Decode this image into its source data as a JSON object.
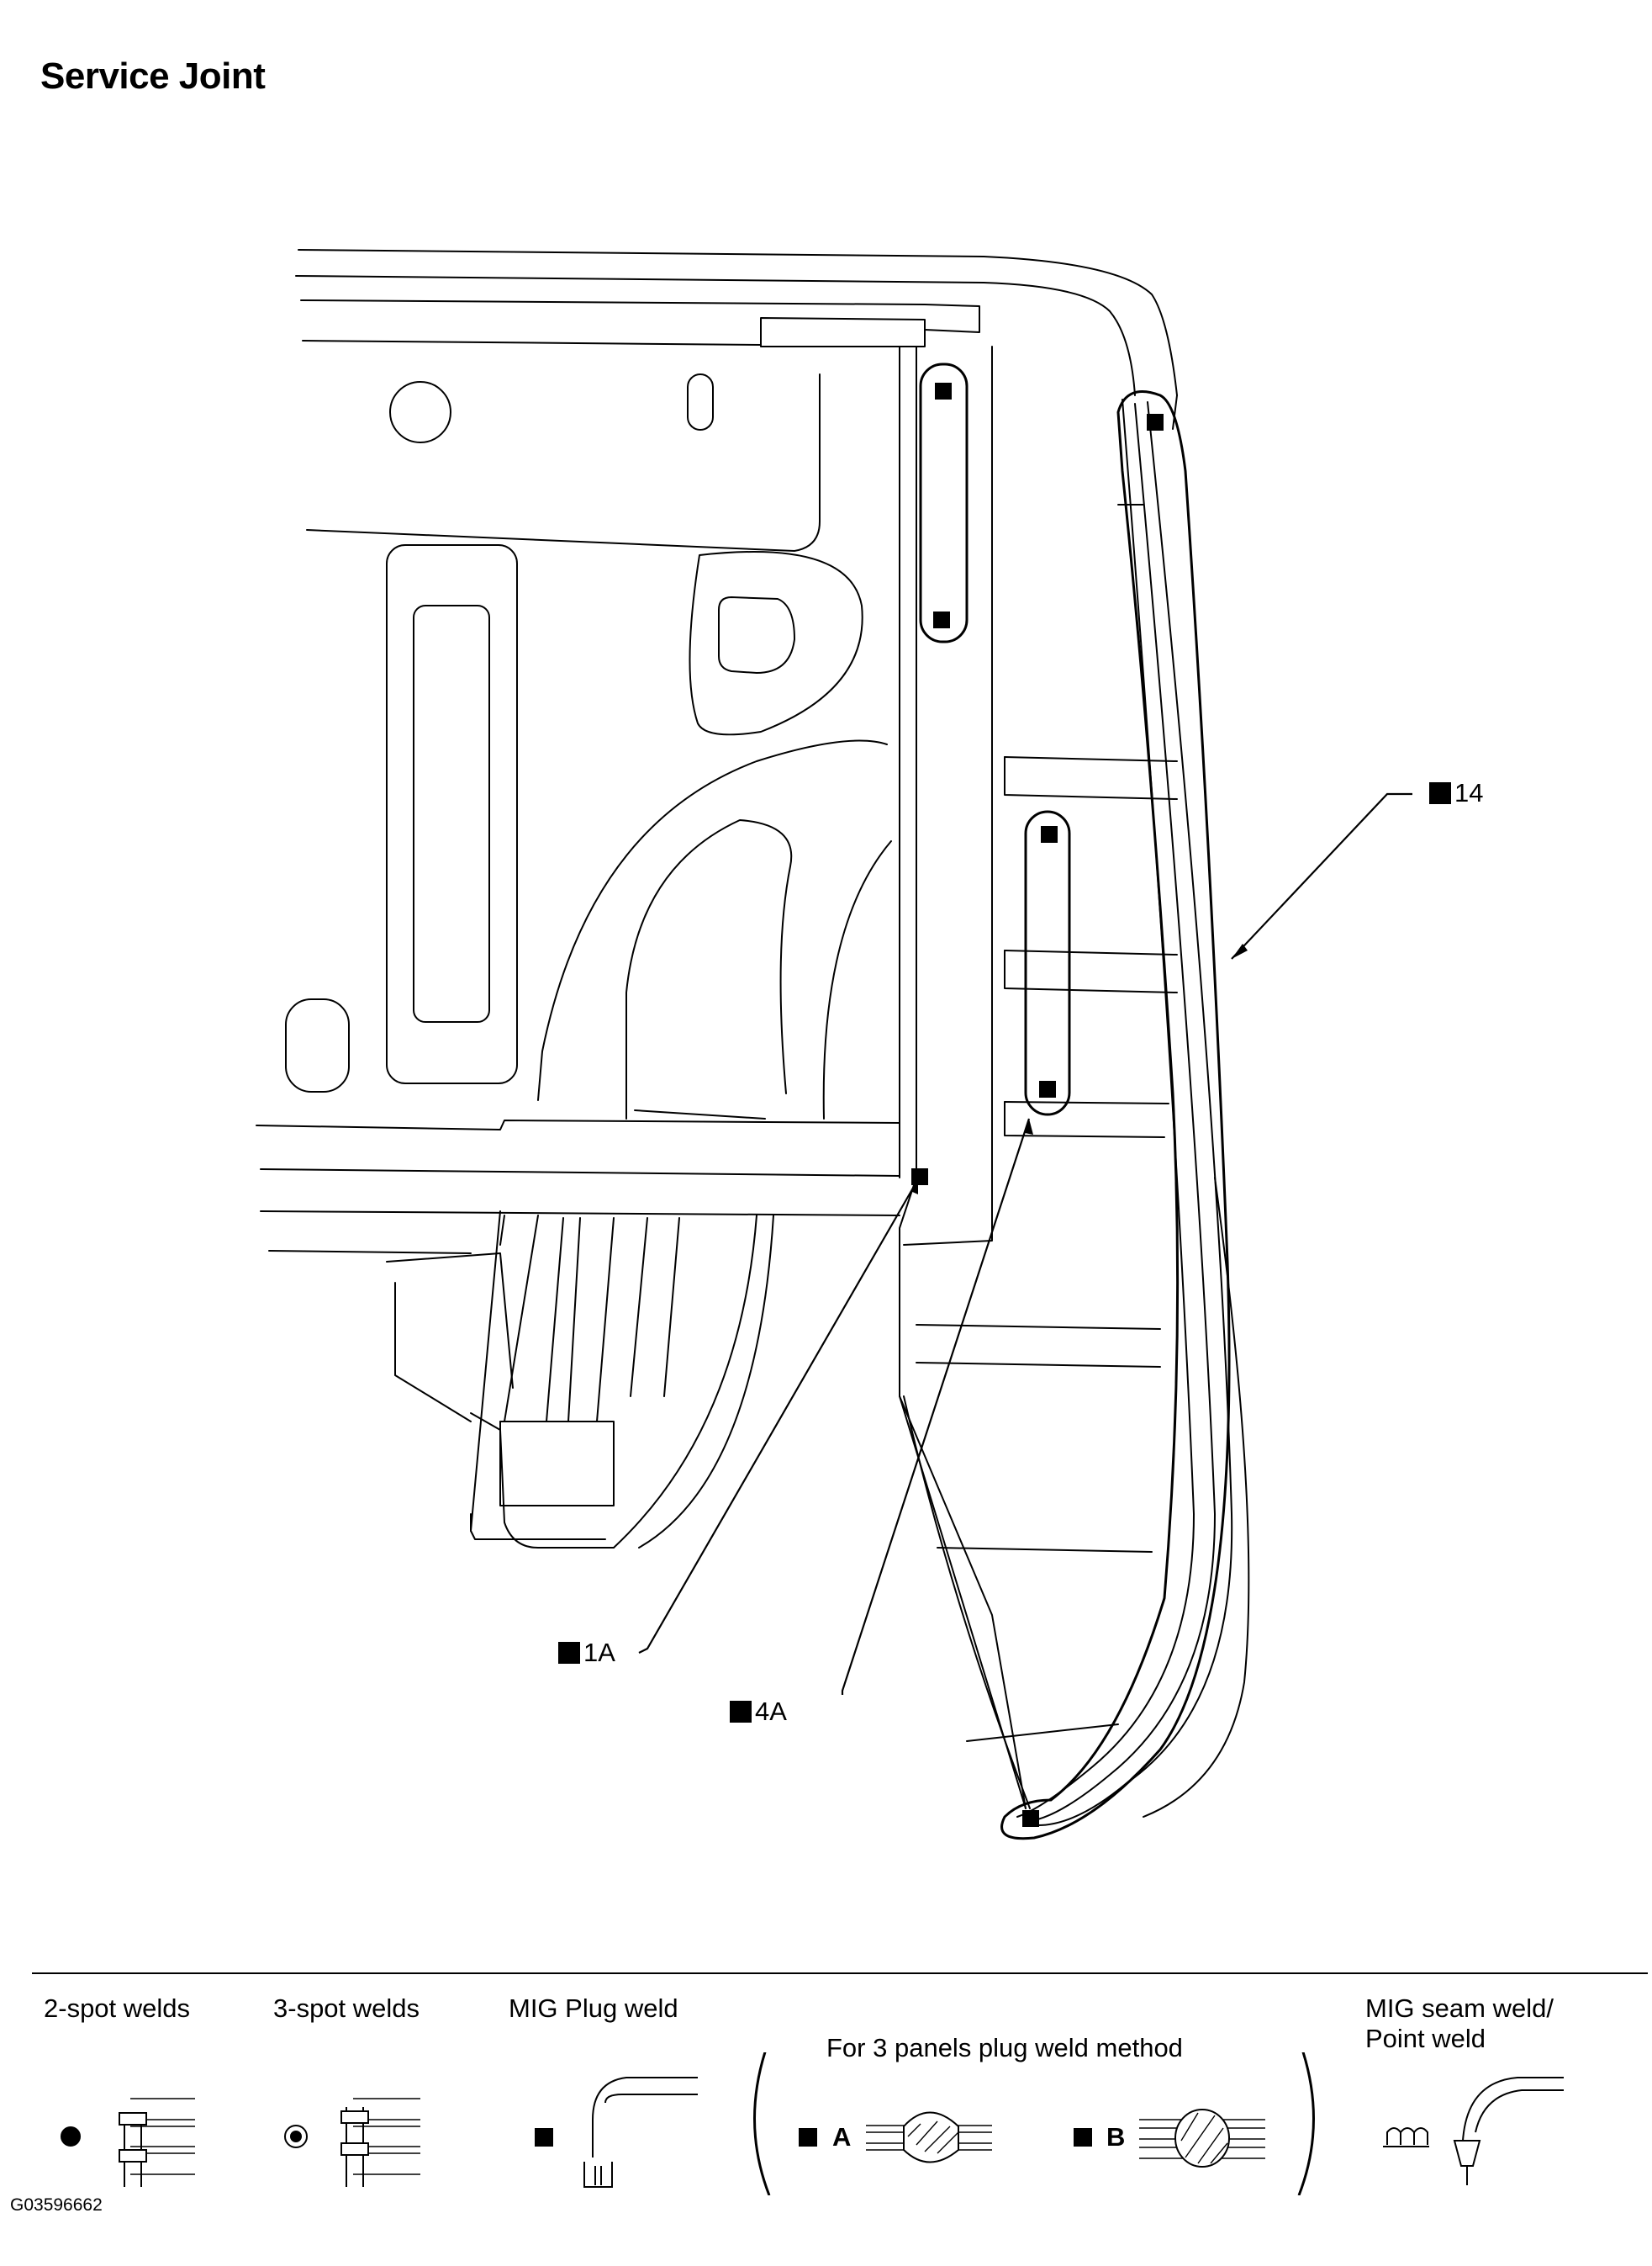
{
  "title": "Service Joint",
  "callouts": {
    "c14": "14",
    "c1a": "1A",
    "c4a": "4A"
  },
  "legend": {
    "two_spot": "2-spot welds",
    "three_spot": "3-spot welds",
    "mig_plug": "MIG Plug weld",
    "three_panel_method": "For 3 panels plug weld method",
    "method_a": "A",
    "method_b": "B",
    "mig_seam_line1": "MIG seam weld/",
    "mig_seam_line2": "Point weld"
  },
  "figure_code": "G03596662"
}
